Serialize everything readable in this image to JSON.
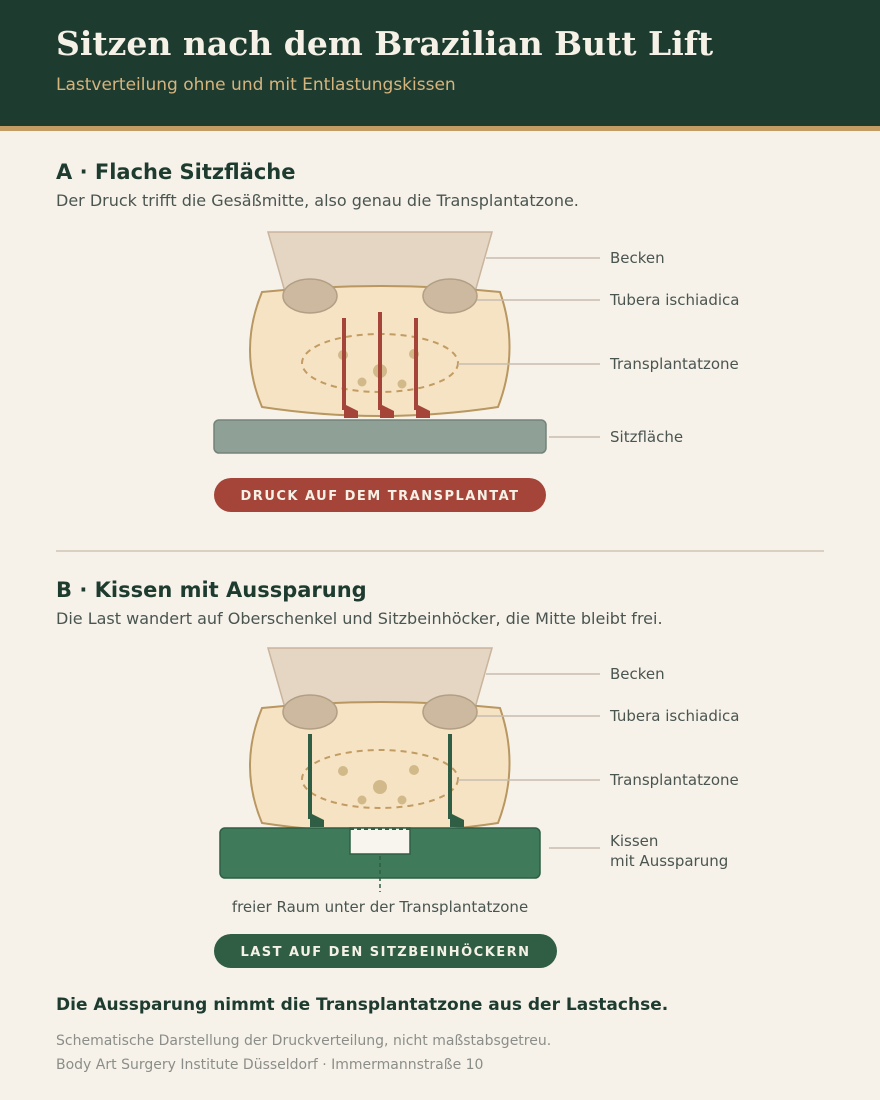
{
  "header": {
    "title": "Sitzen nach dem Brazilian Butt Lift",
    "subtitle": "Lastverteilung ohne und mit Entlastungskissen"
  },
  "section_a": {
    "title": "A · Flache Sitzfläche",
    "description": "Der Druck trifft die Gesäßmitte, also genau die Transplantatzone.",
    "labels": {
      "pelvis": "Becken",
      "tubera": "Tubera ischiadica",
      "graft_zone": "Transplantatzone",
      "seat": "Sitzfläche"
    },
    "badge": "DRUCK AUF DEM TRANSPLANTAT"
  },
  "section_b": {
    "title": "B · Kissen mit Aussparung",
    "description": "Die Last wandert auf Oberschenkel und Sitzbeinhöcker, die Mitte bleibt frei.",
    "labels": {
      "pelvis": "Becken",
      "tubera": "Tubera ischiadica",
      "graft_zone": "Transplantatzone",
      "cushion_line1": "Kissen",
      "cushion_line2": "mit Aussparung"
    },
    "free_space": "freier Raum unter der Transplantatzone",
    "badge": "LAST AUF DEN SITZBEINHÖCKERN"
  },
  "conclusion": "Die Aussparung nimmt die Transplantatzone aus der Lastachse.",
  "footer": {
    "note": "Schematische Darstellung der Druckverteilung, nicht maßstabsgetreu.",
    "institute": "Body Art Surgery Institute Düsseldorf · Immermannstraße 10"
  },
  "colors": {
    "header_bg": "#1e3b30",
    "accent_gold": "#c29c62",
    "pressure_red": "#a5453a",
    "relief_green": "#2f5e45",
    "cushion_green": "#3f7b5b",
    "seat_gray": "#8fa096",
    "tissue": "#f6e3c4",
    "pelvis": "#e5d6c4"
  }
}
